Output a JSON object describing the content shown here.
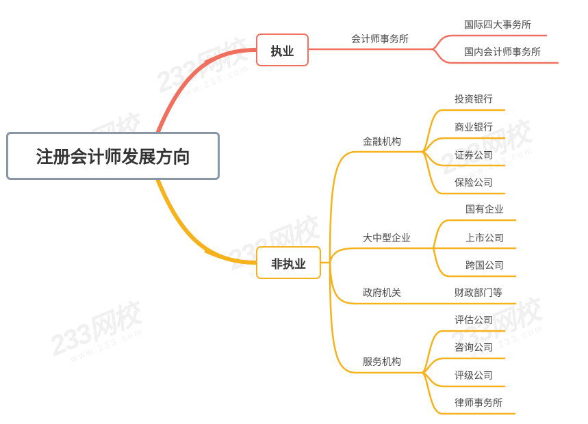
{
  "root": {
    "label": "注册会计师发展方向"
  },
  "colors": {
    "practice": "#f07060",
    "nonpractice": "#f5b21c",
    "root_border": "#8a96a6"
  },
  "watermark": {
    "text": "233网校",
    "sub": "www.233.com"
  },
  "branches": [
    {
      "label": "执业",
      "children": [
        {
          "label": "会计师事务所",
          "children": [
            "国际四大事务所",
            "国内会计师事务所"
          ]
        }
      ]
    },
    {
      "label": "非执业",
      "children": [
        {
          "label": "金融机构",
          "children": [
            "投资银行",
            "商业银行",
            "证券公司",
            "保险公司"
          ]
        },
        {
          "label": "大中型企业",
          "children": [
            "国有企业",
            "上市公司",
            "跨国公司"
          ]
        },
        {
          "label": "政府机关",
          "children": [
            "财政部门等"
          ]
        },
        {
          "label": "服务机构",
          "children": [
            "评估公司",
            "咨询公司",
            "评级公司",
            "律师事务所"
          ]
        }
      ]
    }
  ]
}
